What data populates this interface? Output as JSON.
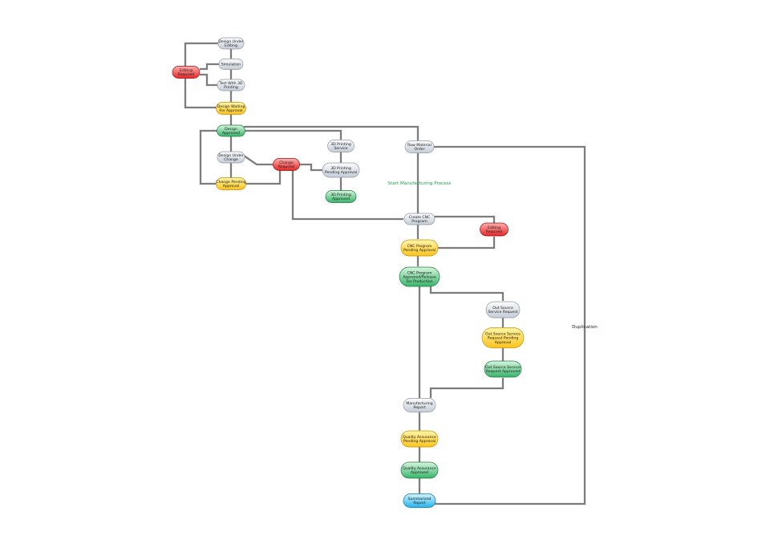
{
  "colors": {
    "gray": [
      "#fbfcfd",
      "#c4ccd6",
      "#8f99a6"
    ],
    "yellow": [
      "#fff6a8",
      "#fbc31c",
      "#c98e00"
    ],
    "green": [
      "#d7f6de",
      "#37b46a",
      "#1d7c42"
    ],
    "red": [
      "#ffb0b0",
      "#e52626",
      "#9c1010"
    ],
    "blue": [
      "#d2f3ff",
      "#25b3ea",
      "#0a79ad"
    ],
    "connector": "#7d7d7d",
    "label_green": "#16a34a"
  },
  "nodes": [
    {
      "id": "design-under-editing",
      "color": "gray",
      "lines": [
        "Design Under",
        "Editing"
      ]
    },
    {
      "id": "simulation",
      "color": "gray",
      "lines": [
        "Simulation"
      ]
    },
    {
      "id": "test-with-3d-printing",
      "color": "gray",
      "lines": [
        "Test With 3D",
        "Printing"
      ]
    },
    {
      "id": "editing-required-top",
      "color": "red",
      "lines": [
        "Editing",
        "Required"
      ]
    },
    {
      "id": "design-waiting-for-approval",
      "color": "yellow",
      "lines": [
        "Design Waiting",
        "For Approval"
      ]
    },
    {
      "id": "design-approved",
      "color": "green",
      "lines": [
        "Design",
        "Approved"
      ]
    },
    {
      "id": "design-under-change",
      "color": "gray",
      "lines": [
        "Design Under",
        "Change"
      ]
    },
    {
      "id": "change-pending-approval",
      "color": "yellow",
      "lines": [
        "Change Pending",
        "Approval"
      ]
    },
    {
      "id": "change-required",
      "color": "red",
      "lines": [
        "Change",
        "Required"
      ]
    },
    {
      "id": "3d-printing-service",
      "color": "gray",
      "lines": [
        "3D Printing",
        "Service"
      ]
    },
    {
      "id": "3d-printing-pending-approval",
      "color": "gray",
      "lines": [
        "3D Printing",
        "Pending Approval"
      ]
    },
    {
      "id": "3d-printing-approved",
      "color": "green",
      "lines": [
        "3D Printing",
        "Approved"
      ]
    },
    {
      "id": "raw-material-order",
      "color": "gray",
      "lines": [
        "Raw Material",
        "Order"
      ]
    },
    {
      "id": "create-cnc-program",
      "color": "gray",
      "lines": [
        "Create CNC",
        "Program"
      ]
    },
    {
      "id": "editing-required-cnc",
      "color": "red",
      "lines": [
        "Editing",
        "Required"
      ]
    },
    {
      "id": "cnc-program-pending-approval",
      "color": "yellow",
      "lines": [
        "CNC Program",
        "Pending Approval"
      ]
    },
    {
      "id": "cnc-program-approved",
      "color": "green",
      "lines": [
        "CNC Program",
        "Approved/Release",
        "For Production"
      ]
    },
    {
      "id": "out-source-service-request",
      "color": "gray",
      "lines": [
        "Out Source",
        "Service Request"
      ]
    },
    {
      "id": "out-source-service-request-pending-approval",
      "color": "yellow",
      "lines": [
        "Out Source Service",
        "Request Pending",
        "Approval"
      ]
    },
    {
      "id": "out-source-service-request-approved",
      "color": "green",
      "lines": [
        "Out Source Service",
        "Request Approved"
      ]
    },
    {
      "id": "manufacturing-report",
      "color": "gray",
      "lines": [
        "Manufacturing",
        "Report"
      ]
    },
    {
      "id": "quality-assurance-pending-approval",
      "color": "yellow",
      "lines": [
        "Quality Assurance",
        "Pending Approval"
      ]
    },
    {
      "id": "quality-assurance-approved",
      "color": "green",
      "lines": [
        "Quality Assurance",
        "Approved"
      ]
    },
    {
      "id": "summarized-report",
      "color": "blue",
      "lines": [
        "Summarized",
        "Report"
      ]
    }
  ],
  "edges": [
    {
      "from": "design-under-editing",
      "to": "simulation"
    },
    {
      "from": "simulation",
      "to": "test-with-3d-printing"
    },
    {
      "from": "test-with-3d-printing",
      "to": "design-waiting-for-approval"
    },
    {
      "from": "design-waiting-for-approval",
      "to": "design-approved"
    },
    {
      "from": "editing-required-top",
      "to": "design-under-editing"
    },
    {
      "from": "editing-required-top",
      "to": "simulation"
    },
    {
      "from": "editing-required-top",
      "to": "test-with-3d-printing"
    },
    {
      "from": "editing-required-top",
      "to": "design-waiting-for-approval"
    },
    {
      "from": "design-approved",
      "to": "design-under-change"
    },
    {
      "from": "design-under-change",
      "to": "change-pending-approval"
    },
    {
      "from": "change-pending-approval",
      "to": "design-approved"
    },
    {
      "from": "design-under-change",
      "to": "change-required"
    },
    {
      "from": "change-pending-approval",
      "to": "change-required"
    },
    {
      "from": "3d-printing-pending-approval",
      "to": "change-required"
    },
    {
      "from": "change-required",
      "to": "create-cnc-program"
    },
    {
      "from": "design-approved",
      "to": "3d-printing-service"
    },
    {
      "from": "3d-printing-service",
      "to": "3d-printing-pending-approval"
    },
    {
      "from": "3d-printing-pending-approval",
      "to": "3d-printing-approved"
    },
    {
      "from": "design-approved",
      "to": "raw-material-order"
    },
    {
      "from": "raw-material-order",
      "to": "create-cnc-program",
      "label": "Start Manufacturing Process"
    },
    {
      "from": "create-cnc-program",
      "to": "editing-required-cnc"
    },
    {
      "from": "create-cnc-program",
      "to": "cnc-program-pending-approval"
    },
    {
      "from": "cnc-program-pending-approval",
      "to": "editing-required-cnc"
    },
    {
      "from": "cnc-program-pending-approval",
      "to": "cnc-program-approved"
    },
    {
      "from": "cnc-program-approved",
      "to": "manufacturing-report"
    },
    {
      "from": "cnc-program-approved",
      "to": "out-source-service-request"
    },
    {
      "from": "out-source-service-request",
      "to": "out-source-service-request-pending-approval"
    },
    {
      "from": "out-source-service-request-pending-approval",
      "to": "out-source-service-request-approved"
    },
    {
      "from": "out-source-service-request-approved",
      "to": "manufacturing-report"
    },
    {
      "from": "manufacturing-report",
      "to": "quality-assurance-pending-approval"
    },
    {
      "from": "quality-assurance-pending-approval",
      "to": "quality-assurance-approved"
    },
    {
      "from": "quality-assurance-approved",
      "to": "summarized-report"
    },
    {
      "from": "summarized-report",
      "to": "raw-material-order",
      "label": "Duplication"
    }
  ],
  "labels": {
    "start_manufacturing": "Start Manufacturing Process",
    "duplication": "Duplication"
  }
}
